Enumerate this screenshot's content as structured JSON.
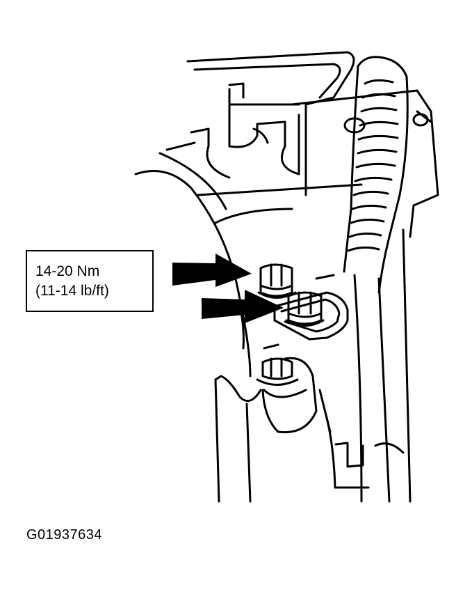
{
  "callout": {
    "torque_metric": "14-20 Nm",
    "torque_imperial": "(11-14 lb/ft)"
  },
  "figure_id": "G01937634",
  "colors": {
    "line": "#000000",
    "background": "#ffffff"
  }
}
